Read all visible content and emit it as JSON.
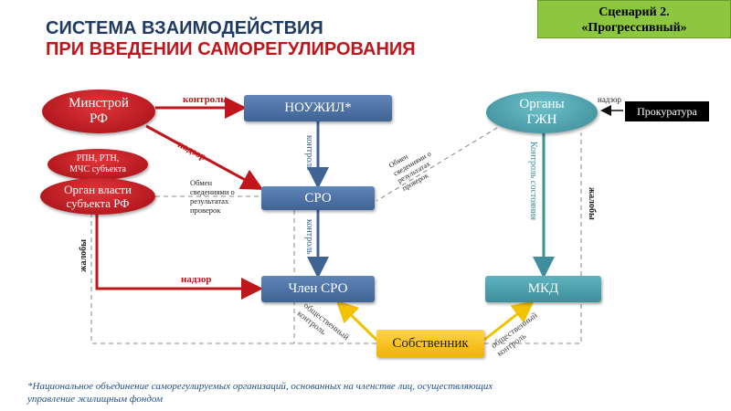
{
  "title": {
    "line1": "СИСТЕМА ВЗАИМОДЕЙСТВИЯ",
    "line2": "ПРИ ВВЕДЕНИИ САМОРЕГУЛИРОВАНИЯ"
  },
  "scenario": {
    "line1": "Сценарий 2.",
    "line2": "«Прогрессивный»"
  },
  "nodes": {
    "minstroy": {
      "line1": "Минстрой",
      "line2": "РФ"
    },
    "noujil": "НОУЖИЛ*",
    "organy_gzhn": {
      "line1": "Органы",
      "line2": "ГЖН"
    },
    "prokuratura": "Прокуратура",
    "rpn": {
      "line1": "РПН, РТН,",
      "line2": "МЧС субъекта"
    },
    "organ_vlasti": {
      "line1": "Орган власти",
      "line2": "субъекта РФ"
    },
    "sro": "СРО",
    "chlen_sro": "Член СРО",
    "mkd": "МКД",
    "sobstvennik": "Собственник"
  },
  "edges": {
    "kontrol_top": "контроль",
    "nadzor_diag": "надзор",
    "nadzor_gzhn": "надзор",
    "kontrol_v1": "контроль",
    "kontrol_v2": "контроль",
    "obmen_left": [
      "Обмен",
      "сведениями о",
      "результатах",
      "проверок"
    ],
    "obmen_right": [
      "Обмен",
      "сведениями о",
      "результатах",
      "проверок"
    ],
    "kontrol_sostoyaniya": "Контроль состояния",
    "zhaloby_left": "жалобы",
    "zhaloby_right": "жалобы",
    "nadzor_bottom": "надзор",
    "obsh_kontrol_left": [
      "общественный",
      "контроль"
    ],
    "obsh_kontrol_right": [
      "общественный",
      "контроль"
    ]
  },
  "footnote": "*Национальное объединение саморегулируемых организаций, основанных на членстве лиц, осуществляющих управление жилищным фондом",
  "colors": {
    "title_blue": "#1f3a63",
    "title_red": "#c0161b",
    "arrow_red": "#c0161b",
    "arrow_blue": "#3f6494",
    "arrow_teal": "#3e8e9c",
    "arrow_yellow": "#f2c200",
    "scenario_green": "#8dc63f"
  }
}
